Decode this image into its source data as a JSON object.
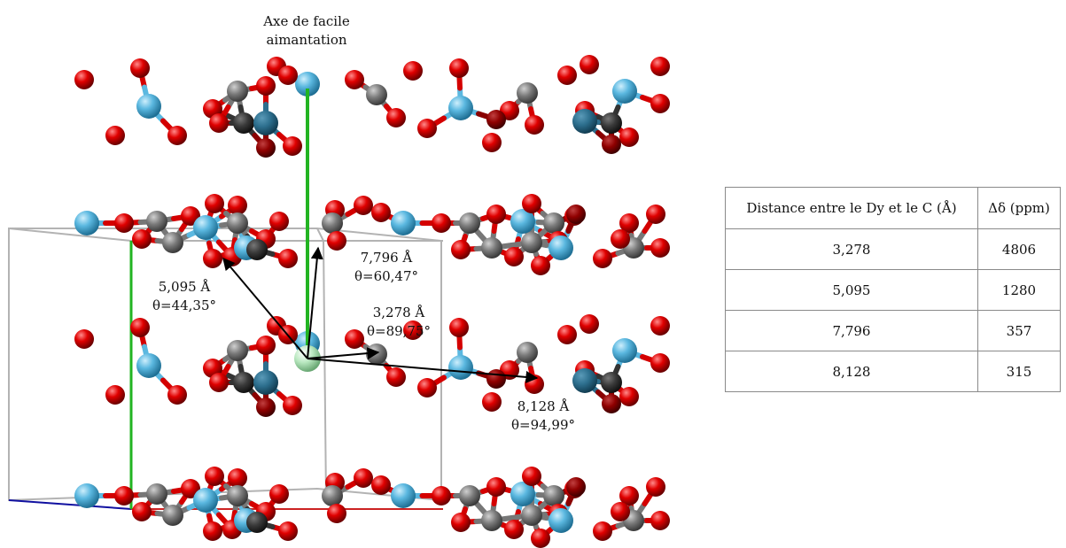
{
  "axis_label": {
    "line1": "Axe de facile",
    "line2": "aimantation"
  },
  "distances": [
    {
      "distance": "5,095 Å",
      "angle": "θ=44,35°"
    },
    {
      "distance": "7,796 Å",
      "angle": "θ=60,47°"
    },
    {
      "distance": "3,278 Å",
      "angle": "θ=89,75°"
    },
    {
      "distance": "8,128 Å",
      "angle": "θ=94,99°"
    }
  ],
  "table": {
    "headers": [
      "Distance entre le Dy et le C (Å)",
      "Δδ (ppm)"
    ],
    "rows": [
      {
        "distance": "3,278",
        "shift": "4806"
      },
      {
        "distance": "5,095",
        "shift": "1280"
      },
      {
        "distance": "7,796",
        "shift": "357"
      },
      {
        "distance": "8,128",
        "shift": "315"
      }
    ]
  },
  "colors": {
    "oxygen": "#dd0000",
    "carbon": "#7a7a7a",
    "dysprosium": "#5bb8e0",
    "central_atom": "#b9e8c0",
    "axis": "#22b422",
    "arrow": "#000000",
    "cell": "#b3b3b3",
    "cell_axis_b": "#1010a0"
  }
}
